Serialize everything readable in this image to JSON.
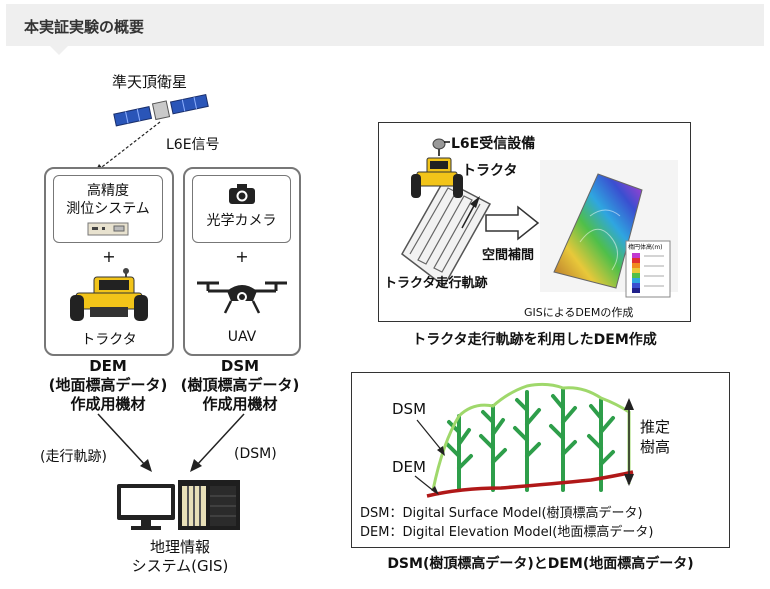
{
  "header": {
    "title": "本実証実験の概要"
  },
  "left": {
    "satellite_label": "準天頂衛星",
    "signal_label": "L6E信号",
    "dem_box": {
      "system_line1": "高精度",
      "system_line2": "測位システム",
      "plus": "+",
      "tractor_label": "トラクタ"
    },
    "dsm_box": {
      "camera_label": "光学カメラ",
      "plus": "+",
      "uav_label": "UAV"
    },
    "dem_caption": {
      "line1": "DEM",
      "line2": "(地面標高データ)",
      "line3": "作成用機材"
    },
    "dsm_caption": {
      "line1": "DSM",
      "line2": "(樹頂標高データ)",
      "line3": "作成用機材"
    },
    "arrow_left_label": "(走行軌跡)",
    "arrow_right_label": "(DSM)",
    "gis_line1": "地理情報",
    "gis_line2": "システム(GIS)"
  },
  "right_top": {
    "receiver_label": "L6E受信設備",
    "tractor_label": "トラクタ",
    "interp_label": "空間補間",
    "track_label": "トラクタ走行軌跡",
    "legend_title": "楕円体高(m)",
    "gis_dem_label": "GISによるDEMの作成",
    "caption": "トラクタ走行軌跡を利用したDEM作成"
  },
  "right_bottom": {
    "dsm_label": "DSM",
    "dem_label": "DEM",
    "height_line1": "推定",
    "height_line2": "樹高",
    "def_dsm": "DSM：Digital Surface Model(樹頂標高データ)",
    "def_dem": "DEM：Digital Elevation Model(地面標高データ)",
    "caption": "DSM(樹頂標高データ)とDEM(地面標高データ)"
  },
  "colors": {
    "tractor": "#f2c419",
    "dsm_line": "#9fd86b",
    "dem_line": "#b01818",
    "trees": "#2e9e4a"
  }
}
